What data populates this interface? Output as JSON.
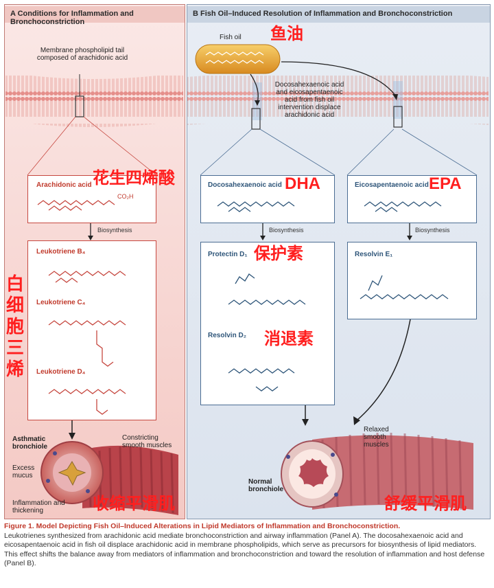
{
  "panel_a": {
    "title": "A   Conditions for Inflammation and Bronchoconstriction",
    "membrane_label": "Membrane phospholipid tail composed of arachidonic acid",
    "arachidonic_box_title": "Arachidonic acid",
    "arachidonic_formula": "CO₂H",
    "biosynthesis": "Biosynthesis",
    "leukotriene_b4": "Leukotriene B₄",
    "leukotriene_c4": "Leukotriene C₄",
    "leukotriene_d4": "Leukotriene D₄",
    "asthmatic_bronchiole": "Asthmatic bronchiole",
    "excess_mucus": "Excess mucus",
    "inflammation": "Inflammation and thickening",
    "constricting": "Constricting smooth muscles"
  },
  "panel_b": {
    "title": "B   Fish Oil–Induced Resolution of Inflammation and Bronchoconstriction",
    "fish_oil": "Fish oil",
    "displace_text": "Docosahexaenoic acid and eicosapentaenoic acid from fish oil intervention displace arachidonic acid",
    "dha_box_title": "Docosahexaenoic acid",
    "epa_box_title": "Eicosapentaenoic acid",
    "biosynthesis_left": "Biosynthesis",
    "biosynthesis_right": "Biosynthesis",
    "protectin": "Protectin D₁",
    "resolvin_d2": "Resolvin D₂",
    "resolvin_e1": "Resolvin E₁",
    "normal_bronchiole": "Normal bronchiole",
    "relaxed": "Relaxed smooth muscles"
  },
  "annotations_cn": {
    "fish_oil": "鱼油",
    "arachidonic": "花生四烯酸",
    "dha": "DHA",
    "epa": "EPA",
    "leukotriene": "白细胞三烯",
    "protectin": "保护素",
    "resolvin": "消退素",
    "contract": "收缩平滑肌",
    "relax": "舒缓平滑肌"
  },
  "caption": {
    "title": "Figure 1. Model Depicting Fish Oil–Induced Alterations in Lipid Mediators of Inflammation and Bronchoconstriction.",
    "text": "Leukotrienes synthesized from arachidonic acid mediate bronchoconstriction and airway inflammation (Panel A). The docosahexaenoic acid and eicosapentaenoic acid in fish oil displace arachidonic acid in membrane phospholipids, which serve as precursors for biosynthesis of lipid mediators. This effect shifts the balance away from mediators of inflammation and bronchoconstriction and toward the resolution of inflammation and host defense (Panel B)."
  },
  "colors": {
    "red_accent": "#c0392b",
    "blue_accent": "#2e5579",
    "annotation_red": "#ff1f1f",
    "membrane_pink": "#e48a85",
    "fish_oil_gold": "#e8a23a"
  }
}
